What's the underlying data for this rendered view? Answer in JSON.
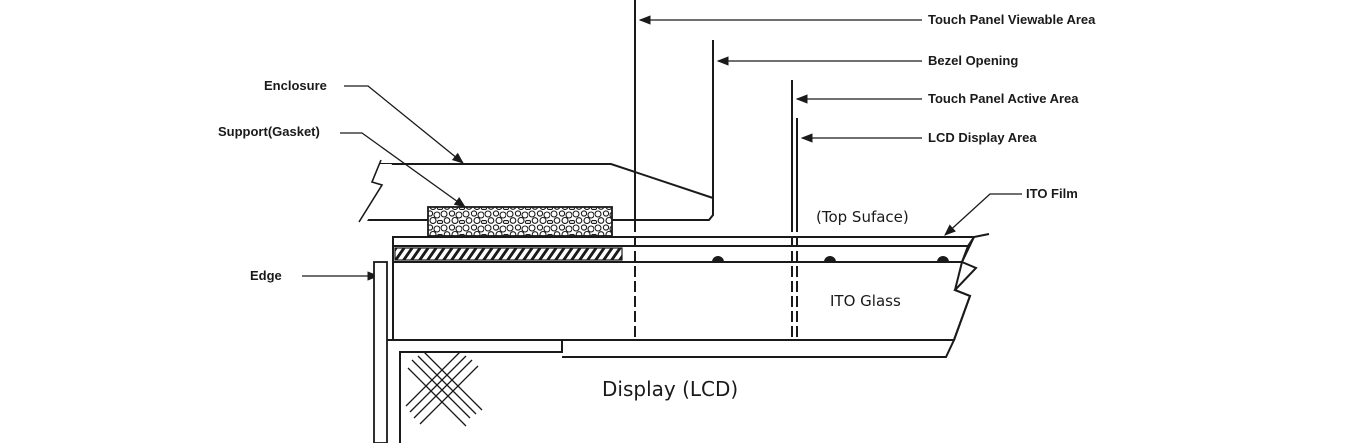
{
  "labels": {
    "viewable_area": "Touch Panel Viewable Area",
    "bezel_opening": "Bezel Opening",
    "active_area": "Touch Panel Active Area",
    "lcd_display_area": "LCD Display Area",
    "ito_film": "ITO Film",
    "top_surface": "(Top Suface)",
    "ito_glass": "ITO Glass",
    "enclosure": "Enclosure",
    "support_gasket": "Support(Gasket)",
    "edge": "Edge",
    "display_lcd": "Display (LCD)"
  },
  "colors": {
    "ink": "#1a1a1a",
    "background": "#ffffff"
  }
}
